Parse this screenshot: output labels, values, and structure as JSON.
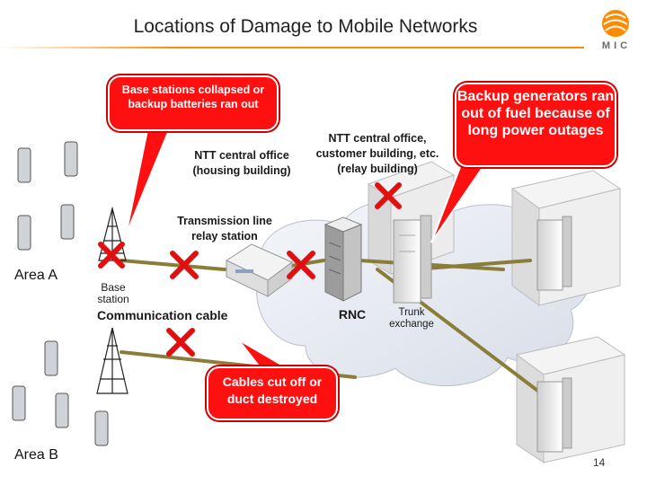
{
  "title": "Locations of Damage to Mobile Networks",
  "logo": {
    "text": "MIC"
  },
  "callouts": {
    "base_stations": "Base stations collapsed or backup batteries ran out",
    "generators": "Backup generators ran out of fuel because of long power outages",
    "cables": "Cables cut off or duct destroyed"
  },
  "labels": {
    "ntt_housing": "NTT central office (housing building)",
    "ntt_relay": "NTT central office, customer building, etc. (relay building)",
    "transmission": "Transmission line relay station",
    "base_station": "Base station",
    "comm_cable": "Communication cable",
    "rnc": "RNC",
    "trunk": "Trunk exchange"
  },
  "areas": {
    "a": "Area A",
    "b": "Area B"
  },
  "page_number": "14",
  "colors": {
    "accent": "#ff8a00",
    "damage_red": "#ff1010",
    "cable": "#8a7d3a",
    "cloud": "#e8ecf4"
  }
}
